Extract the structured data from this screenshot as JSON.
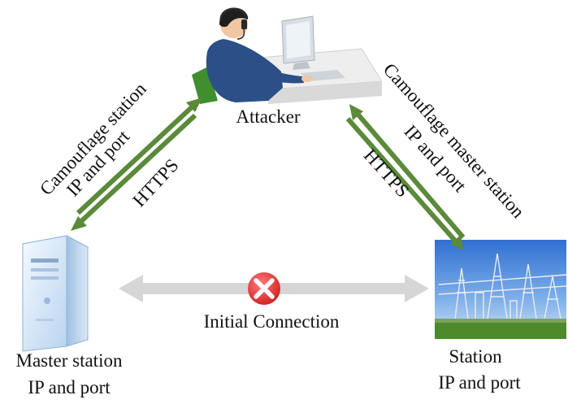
{
  "nodes": {
    "attacker": {
      "label": "Attacker"
    },
    "master": {
      "line1": "Master station",
      "line2": "IP and port"
    },
    "station": {
      "line1": "Station",
      "line2": "IP and port"
    }
  },
  "edges": {
    "left": {
      "protocol": "HTTPS",
      "line1": "Camouflage station",
      "line2": "IP and port"
    },
    "right": {
      "protocol": "HTTPS",
      "line1": "Camouflage master station",
      "line2": "IP and port"
    },
    "bottom": {
      "label": "Initial Connection",
      "status_icon": "blocked-x-icon"
    }
  },
  "colors": {
    "arrow_green": "#5b8a3a",
    "arrow_gray": "#d6d6d6",
    "blocked_red": "#e53030"
  }
}
